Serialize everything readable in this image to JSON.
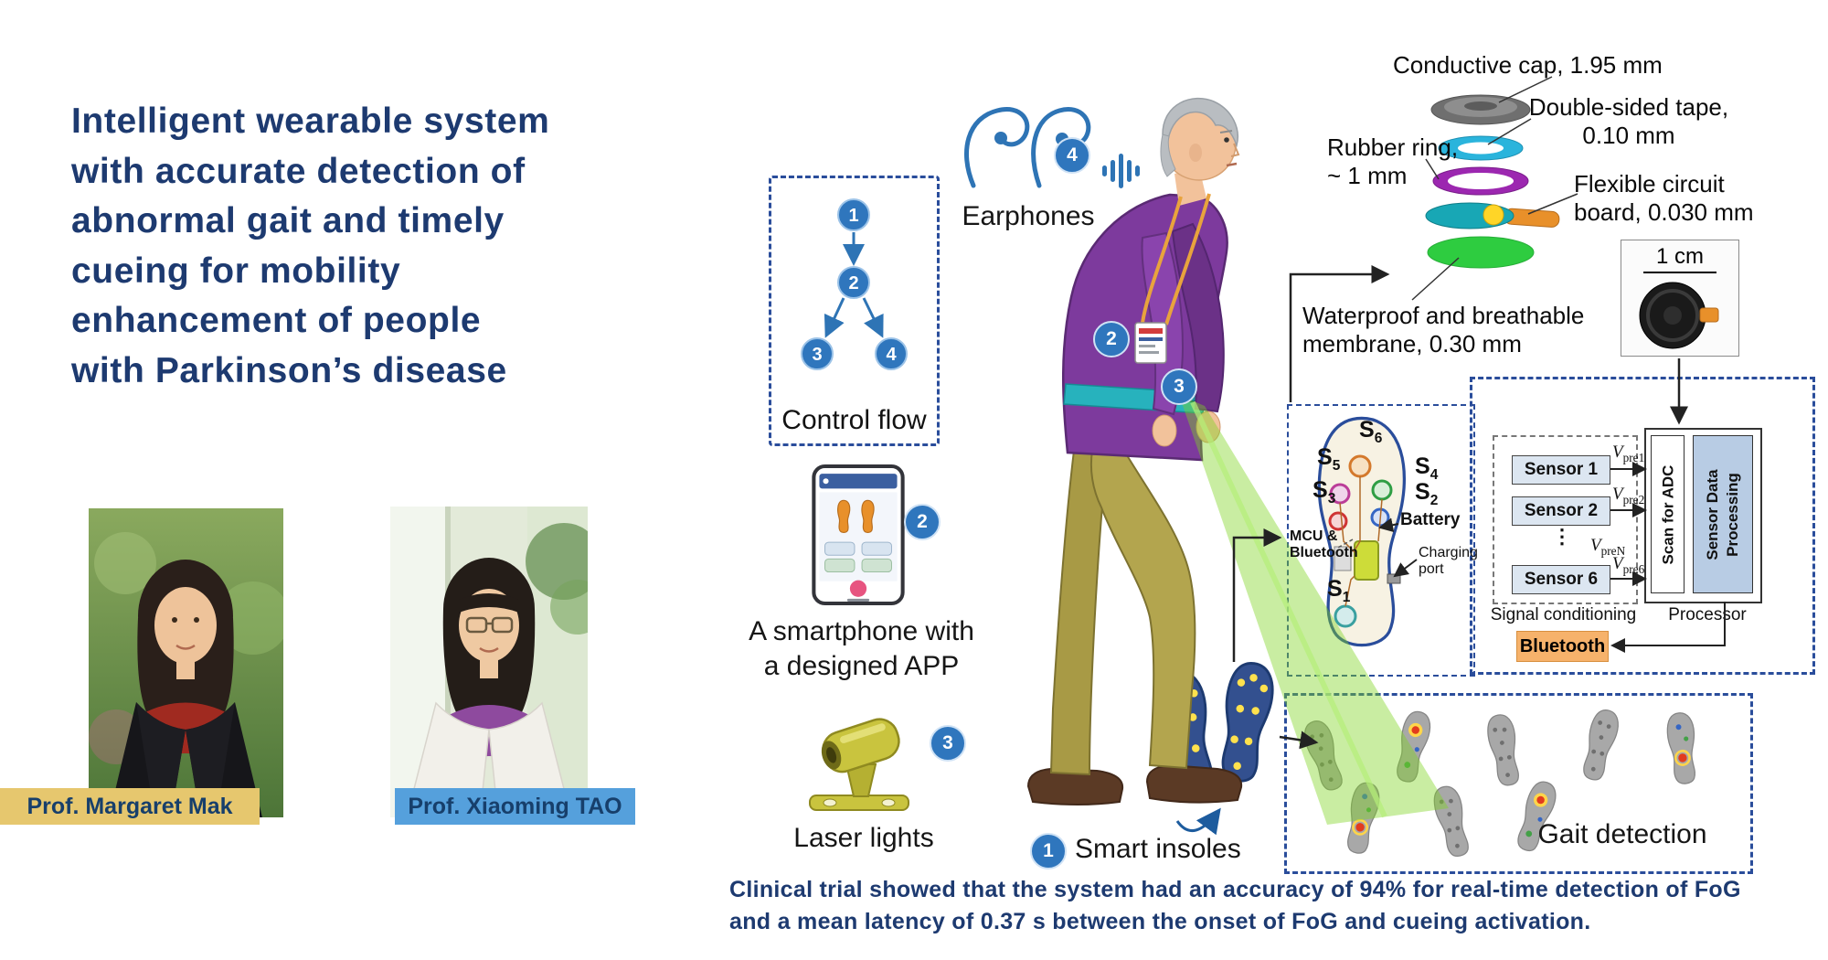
{
  "title": {
    "lines": [
      "Intelligent wearable system",
      "with accurate detection of",
      "abnormal gait and timely",
      "cueing for mobility",
      "enhancement of people",
      "with Parkinson’s disease"
    ]
  },
  "professors": [
    {
      "name": "Prof. Margaret Mak",
      "label_color": "#e6c76e"
    },
    {
      "name": "Prof. Xiaoming TAO",
      "label_color": "#55a0dc"
    }
  ],
  "control_flow": {
    "label": "Control flow",
    "nodes": [
      "1",
      "2",
      "3",
      "4"
    ]
  },
  "devices": {
    "earphones": {
      "label": "Earphones",
      "badge": "4"
    },
    "smartphone": {
      "label_line1": "A smartphone with",
      "label_line2": "a designed APP",
      "badge": "2"
    },
    "laser": {
      "label": "Laser lights",
      "badge": "3"
    },
    "insoles": {
      "label": "Smart insoles",
      "badge": "1"
    },
    "person_badges": {
      "chest": "2",
      "waist": "3"
    }
  },
  "icons": {
    "sound": "audio-wave-bars",
    "earphones": "earphones-outline"
  },
  "exploded_view": {
    "labels": {
      "cap": "Conductive cap, 1.95 mm",
      "tape_line1": "Double-sided tape,",
      "tape_line2": "0.10 mm",
      "rubber_line1": "Rubber ring,",
      "rubber_line2": "~ 1 mm",
      "circuit_line1": "Flexible circuit",
      "circuit_line2": "board, 0.030 mm",
      "membrane_line1": "Waterproof and  breathable",
      "membrane_line2": "membrane, 0.30 mm"
    },
    "scale": "1 cm"
  },
  "insole_diagram": {
    "sensors": [
      {
        "base": "S",
        "sub": "6"
      },
      {
        "base": "S",
        "sub": "5"
      },
      {
        "base": "S",
        "sub": "4"
      },
      {
        "base": "S",
        "sub": "3"
      },
      {
        "base": "S",
        "sub": "2"
      },
      {
        "base": "S",
        "sub": "1"
      }
    ],
    "mcu_line1": "MCU &",
    "mcu_line2": "Bluetooth",
    "battery": "Battery",
    "charging_line1": "Charging",
    "charging_line2": "port"
  },
  "circuit": {
    "sensor_boxes": [
      "Sensor 1",
      "Sensor 2",
      "Sensor 6"
    ],
    "dots": "⋮",
    "voltages": [
      {
        "base": "V",
        "sub": "pre1"
      },
      {
        "base": "V",
        "sub": "pre2"
      },
      {
        "base": "V",
        "sub": "preN"
      },
      {
        "base": "V",
        "sub": "pre6"
      }
    ],
    "adc": "Scan for ADC",
    "sdp": "Sensor Data Processing",
    "signal_label": "Signal conditioning",
    "processor_label": "Processor",
    "bluetooth": "Bluetooth"
  },
  "gait": {
    "label": "Gait detection"
  },
  "footer": {
    "text": "Clinical trial showed that the system had an accuracy of 94% for real-time detection of FoG and a mean latency of 0.37 s between the onset of FoG and cueing activation."
  },
  "colors": {
    "navy": "#1d3a70",
    "badge_blue": "#2f76bd",
    "label_tan": "#e6c76e",
    "label_blue": "#55a0dc",
    "bluetooth_orange": "#f6b26b",
    "beam_green": "#7ed321"
  }
}
